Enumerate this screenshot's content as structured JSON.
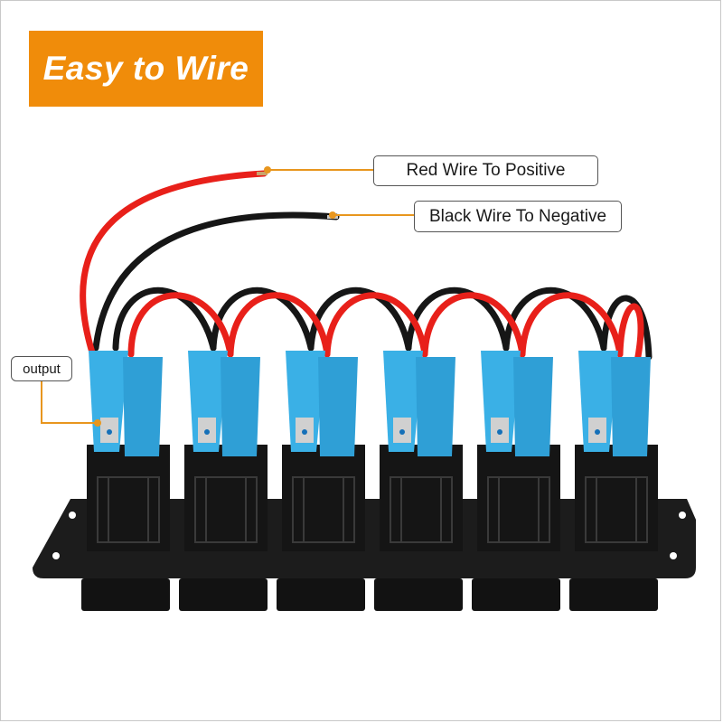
{
  "banner": {
    "text": "Easy to Wire"
  },
  "labels": {
    "red_wire": "Red Wire To Positive",
    "black_wire": "Black Wire To Negative",
    "output": "output"
  },
  "colors": {
    "banner_bg": "#f08c0a",
    "leader_line": "#e8961e",
    "red_wire": "#e8201a",
    "black_wire": "#1a1a1a",
    "connector": "#3ab0e6",
    "panel": "#1c1c1c"
  },
  "switch_count": 6
}
